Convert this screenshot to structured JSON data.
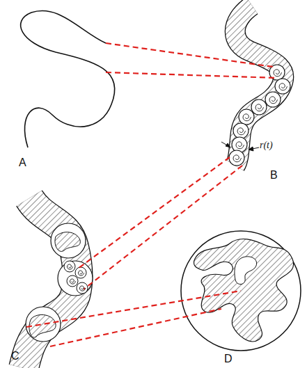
{
  "diagram": {
    "labels": [
      "A",
      "B",
      "r(t)",
      "C",
      "D"
    ]
  }
}
